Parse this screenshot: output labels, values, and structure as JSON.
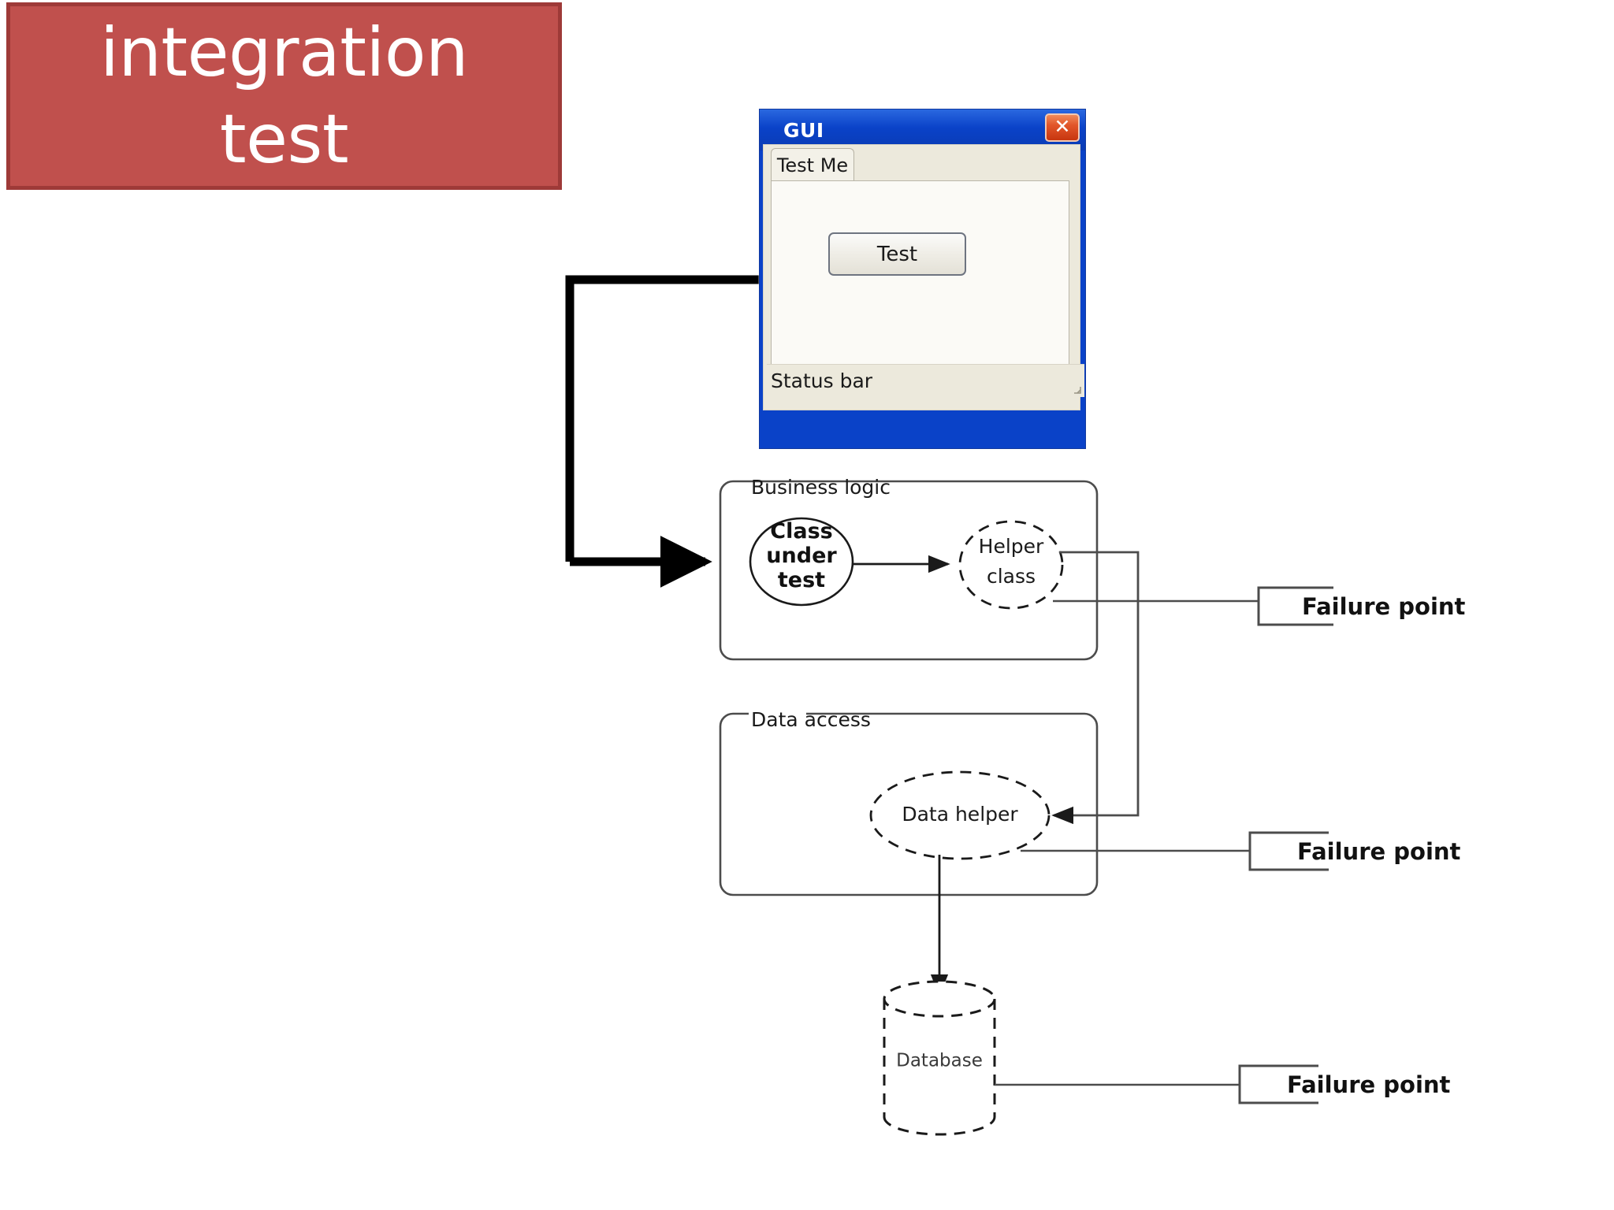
{
  "slide": {
    "title": "integration\ntest",
    "title_bg_color": "#C0504D",
    "title_border_color": "#9E3A38",
    "title_text_color": "#FFFFFF"
  },
  "gui_window": {
    "title": "GUI",
    "close_button_glyph": "✕",
    "close_button_color": "#E2562A",
    "titlebar_color": "#0A42C8",
    "tab_label": "Test Me",
    "button_label": "Test",
    "statusbar_label": "Status bar"
  },
  "diagram": {
    "groups": [
      {
        "id": "business-logic",
        "label": "Business logic"
      },
      {
        "id": "data-access",
        "label": "Data access"
      }
    ],
    "nodes": [
      {
        "id": "class-under-test",
        "label": "Class\nunder\ntest",
        "line1": "Class",
        "line2": "under",
        "line3": "test",
        "shape": "ellipse",
        "stroke": "solid"
      },
      {
        "id": "helper-class",
        "label": "Helper\nclass",
        "line1": "Helper",
        "line2": "class",
        "shape": "ellipse",
        "stroke": "dashed"
      },
      {
        "id": "data-helper",
        "label": "Data helper",
        "shape": "ellipse",
        "stroke": "dashed"
      },
      {
        "id": "database",
        "label": "Database",
        "shape": "cylinder",
        "stroke": "dashed"
      }
    ],
    "callouts": [
      {
        "id": "failure-point-helper-class",
        "label": "Failure point"
      },
      {
        "id": "failure-point-data-helper",
        "label": "Failure point"
      },
      {
        "id": "failure-point-database",
        "label": "Failure point"
      }
    ],
    "edges": [
      {
        "id": "test-button-to-class-under-test",
        "style": "thick-black"
      },
      {
        "id": "class-under-test-to-helper-class",
        "style": "thin-arrow"
      },
      {
        "id": "helper-class-to-data-helper",
        "style": "thin-arrow"
      },
      {
        "id": "data-helper-to-database",
        "style": "thin-arrow"
      }
    ]
  }
}
